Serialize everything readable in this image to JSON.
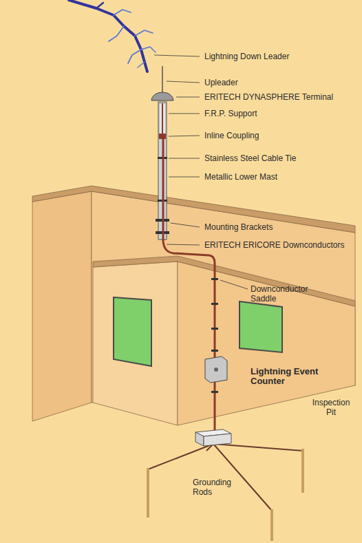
{
  "diagram": {
    "labels": [
      "Lightning Down Leader",
      "Upleader",
      "ERITECH DYNASPHERE Terminal",
      "F.R.P. Support",
      "Inline Coupling",
      "Stainless Steel Cable Tie",
      "Metallic Lower Mast",
      "Mounting Brackets",
      "ERITECH ERICORE Downconductors",
      "Downconductor Saddle",
      "Lightning Event Counter",
      "Inspection Pit",
      "Grounding Rods"
    ]
  }
}
